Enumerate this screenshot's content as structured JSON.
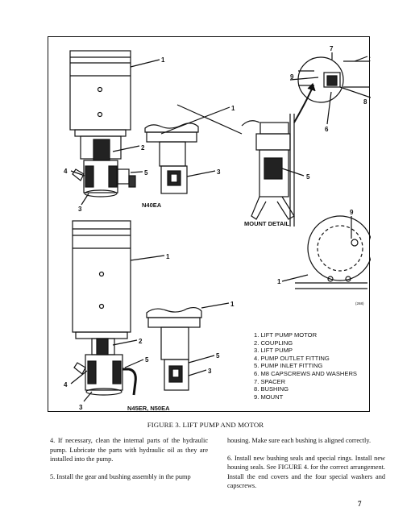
{
  "figure": {
    "callouts": [
      "1",
      "2",
      "3",
      "4",
      "5",
      "6",
      "7",
      "8",
      "9"
    ],
    "sublabels": {
      "n40ea": "N40EA",
      "mount_detail": "MOUNT DETAIL",
      "n45er": "N45ER, N50EA",
      "code": "(268)"
    },
    "legend": [
      "1. LIFT PUMP MOTOR",
      "2. COUPLING",
      "3. LIFT PUMP",
      "4. PUMP OUTLET FITTING",
      "5. PUMP INLET FITTING",
      "6. M8 CAPSCREWS AND WASHERS",
      "7. SPACER",
      "8. BUSHING",
      "9. MOUNT"
    ]
  },
  "caption": "FIGURE 3. LIFT PUMP AND MOTOR",
  "body": {
    "left": [
      "4. If necessary, clean the internal parts of the hydraulic pump. Lubricate the parts with hydraulic oil as they are installed into the pump.",
      "5. Install the gear and bushing assembly in the pump"
    ],
    "right": [
      "housing. Make sure each bushing is aligned correctly.",
      "6. Install new bushing seals and special rings. Install new housing seals. See FIGURE 4. for the correct arrangement. Install the end covers and the four special washers and capscrews."
    ]
  },
  "page_number": "7"
}
